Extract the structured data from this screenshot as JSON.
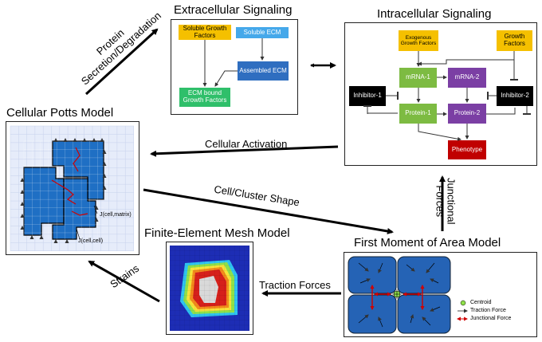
{
  "titles": {
    "extracellular": "Extracellular Signaling",
    "intracellular": "Intracellular Signaling",
    "cpm": "Cellular Potts Model",
    "fem": "Finite-Element Mesh Model",
    "fma": "First Moment of Area Model"
  },
  "extracellular_nodes": {
    "soluble_gf": "Soluble Growth Factors",
    "soluble_ecm": "Soluble ECM",
    "assembled_ecm": "Assembled ECM",
    "ecm_bound_gf": "ECM bound Growth Factors"
  },
  "intracellular_nodes": {
    "exogenous_gf": "Exogenous Growth Factors",
    "growth_factors": "Growth Factors",
    "mrna1": "mRNA-1",
    "mrna2": "mRNA-2",
    "inhibitor1": "Inhibitor-1",
    "inhibitor2": "Inhibitor-2",
    "protein1": "Protein-1",
    "protein2": "Protein-2",
    "phenotype": "Phenotype"
  },
  "arrow_labels": {
    "protein_secretion": "Protein Secretion/Degradation",
    "cellular_activation": "Cellular Activation",
    "cell_cluster_shape": "Cell/Cluster Shape",
    "junctional_forces": "Junctional Forces",
    "traction_forces": "Traction Forces",
    "strains": "Strains"
  },
  "cpm_labels": {
    "j_cell_matrix": "J(cell,matrix)",
    "j_cell_cell": "J(cell,cell)"
  },
  "fma_legend": {
    "centroid": "Centroid",
    "traction": "Traction Force",
    "junctional": "Junctional Force"
  },
  "colors": {
    "soluble_gf": "#f5c000",
    "soluble_ecm": "#45a8ea",
    "assembled_ecm": "#2f6ec0",
    "ecm_bound_gf": "#2fbf6a",
    "mrna1": "#7dbb42",
    "mrna2": "#7b3fa4",
    "inhibitor": "#000000",
    "phenotype": "#c00000",
    "cell_blue": "#1f6fc4",
    "fma_blue": "#2563b5"
  }
}
